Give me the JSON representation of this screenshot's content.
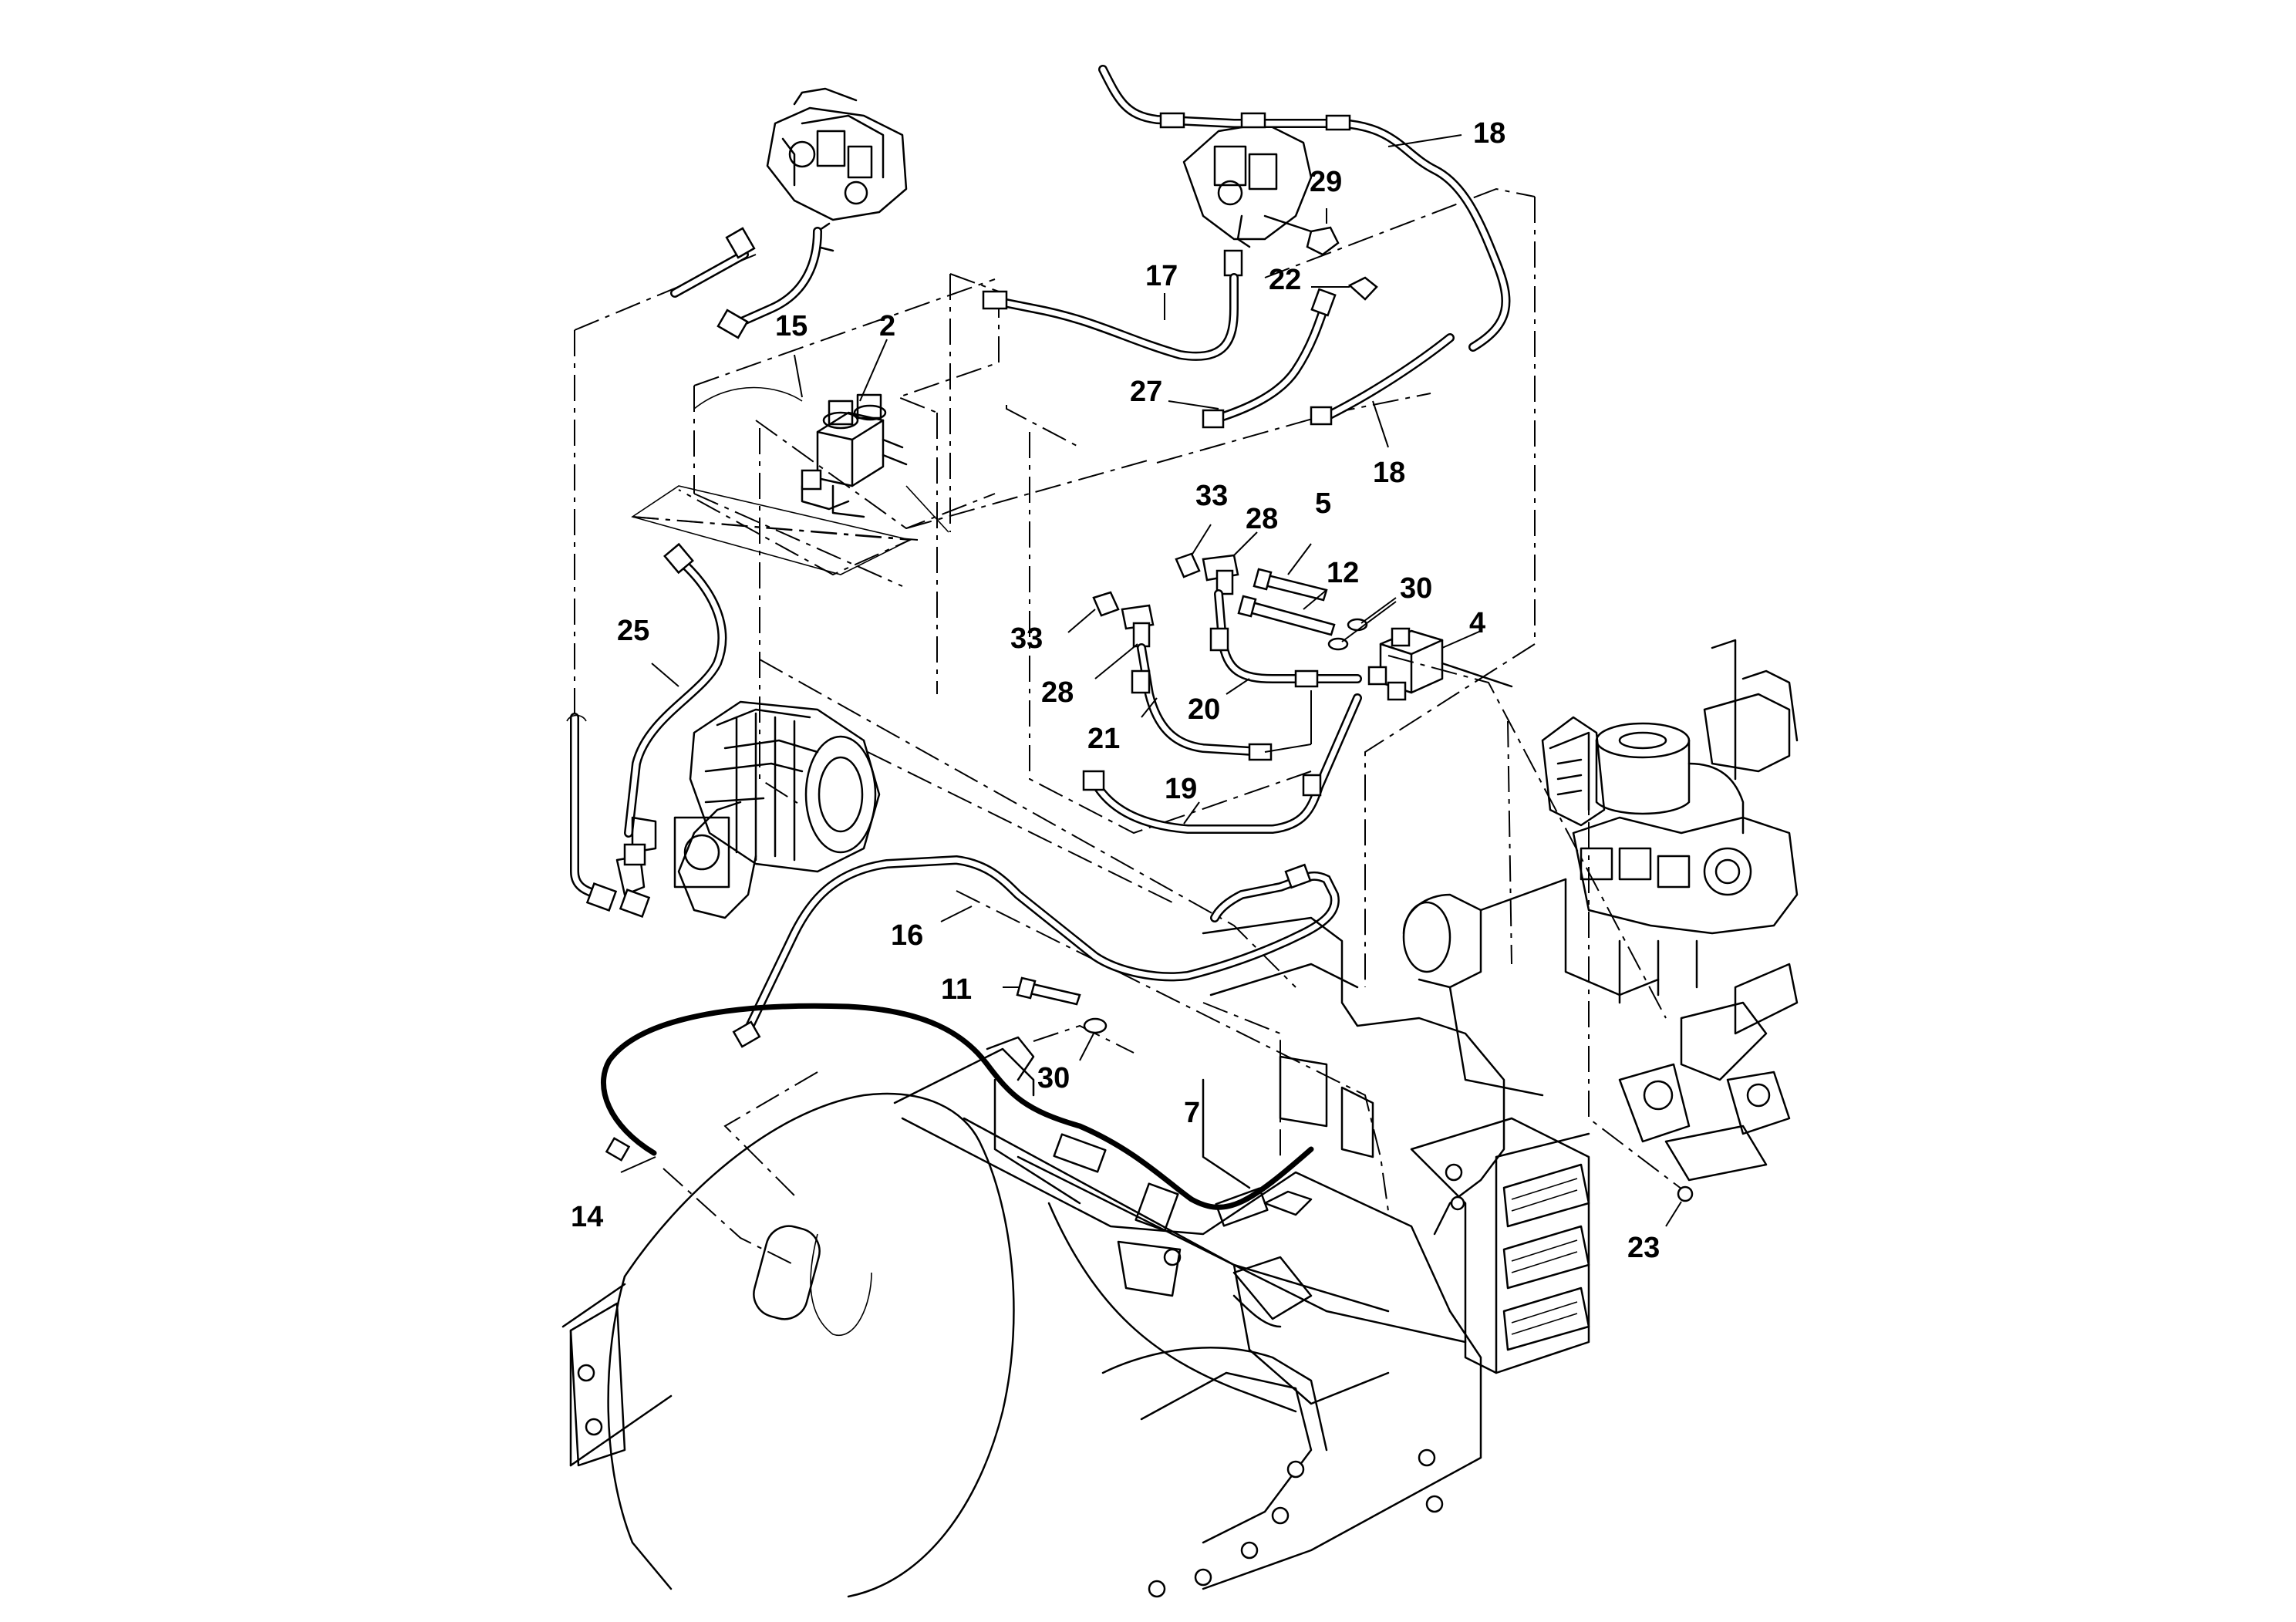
{
  "callouts": [
    {
      "id": "18",
      "text": "18"
    },
    {
      "id": "29",
      "text": "29"
    },
    {
      "id": "17",
      "text": "17"
    },
    {
      "id": "22",
      "text": "22"
    },
    {
      "id": "15",
      "text": "15"
    },
    {
      "id": "2",
      "text": "2"
    },
    {
      "id": "27",
      "text": "27"
    },
    {
      "id": "18b",
      "text": "18"
    },
    {
      "id": "33",
      "text": "33"
    },
    {
      "id": "28",
      "text": "28"
    },
    {
      "id": "5",
      "text": "5"
    },
    {
      "id": "12",
      "text": "12"
    },
    {
      "id": "30",
      "text": "30"
    },
    {
      "id": "4",
      "text": "4"
    },
    {
      "id": "25",
      "text": "25"
    },
    {
      "id": "33b",
      "text": "33"
    },
    {
      "id": "28b",
      "text": "28"
    },
    {
      "id": "20",
      "text": "20"
    },
    {
      "id": "21",
      "text": "21"
    },
    {
      "id": "19",
      "text": "19"
    },
    {
      "id": "16",
      "text": "16"
    },
    {
      "id": "11",
      "text": "11"
    },
    {
      "id": "30b",
      "text": "30"
    },
    {
      "id": "7",
      "text": "7"
    },
    {
      "id": "14",
      "text": "14"
    },
    {
      "id": "23",
      "text": "23"
    }
  ]
}
